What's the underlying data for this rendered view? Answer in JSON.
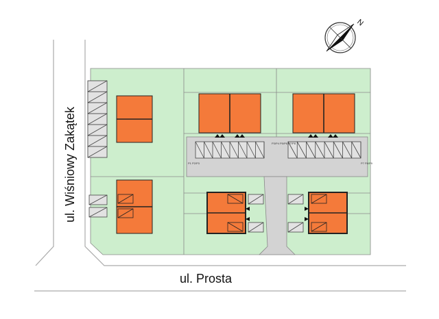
{
  "streets": {
    "west": "ul. Wiśniowy Zakątek",
    "south": "ul. Prosta"
  },
  "compass": {
    "label": "N"
  },
  "parking_labels": {
    "center_top": "P3/P4 P5/P6 P7/P8",
    "left_mid": "P1 P2/P3",
    "right_mid": "P7 P8/P9"
  },
  "colors": {
    "lot": "#cdeecd",
    "building": "#f47a3a",
    "pavement": "#d3d3d3",
    "outline": "#555555"
  }
}
